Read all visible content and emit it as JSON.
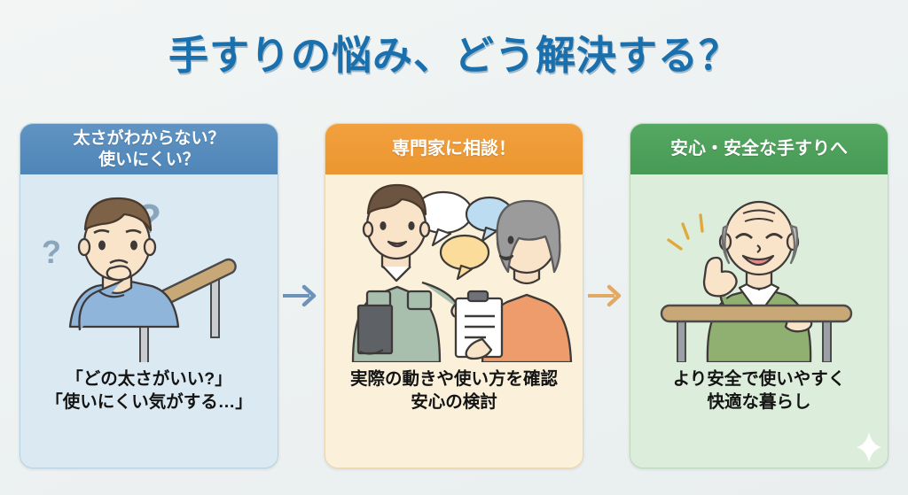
{
  "page": {
    "title": "手すりの悩み、どう解決する？",
    "background_color": "#eef2f2",
    "title_color": "#1a6fad"
  },
  "cards": [
    {
      "id": "problem",
      "header": "太さがわからない？\n使いにくい？",
      "header_line1": "太さがわからない？",
      "header_line2": "使いにくい？",
      "header_color": "#4f86b8",
      "body_color": "#dbe9f2",
      "caption_line1": "「どの太さがいい?」",
      "caption_line2": "「使いにくい気がする…」",
      "illustration": "confused-man-with-handrail"
    },
    {
      "id": "consult",
      "header": "専門家に相談！",
      "header_line1": "専門家に相談！",
      "header_line2": "",
      "header_color": "#eb962f",
      "body_color": "#fbf0da",
      "caption_line1": "実際の動きや使い方を確認",
      "caption_line2": "安心の検討",
      "illustration": "staff-talking-with-elderly-woman"
    },
    {
      "id": "result",
      "header": "安心・安全な手すりへ",
      "header_line1": "安心・安全な手すりへ",
      "header_line2": "",
      "header_color": "#479a55",
      "body_color": "#dceedb",
      "caption_line1": "より安全で使いやすく",
      "caption_line2": "快適な暮らし",
      "illustration": "elderly-man-thumbs-up-handrail"
    }
  ],
  "arrows": [
    {
      "id": "arrow-1",
      "color": "#6e93b8",
      "direction": "right"
    },
    {
      "id": "arrow-2",
      "color": "#e2a964",
      "direction": "right"
    }
  ]
}
